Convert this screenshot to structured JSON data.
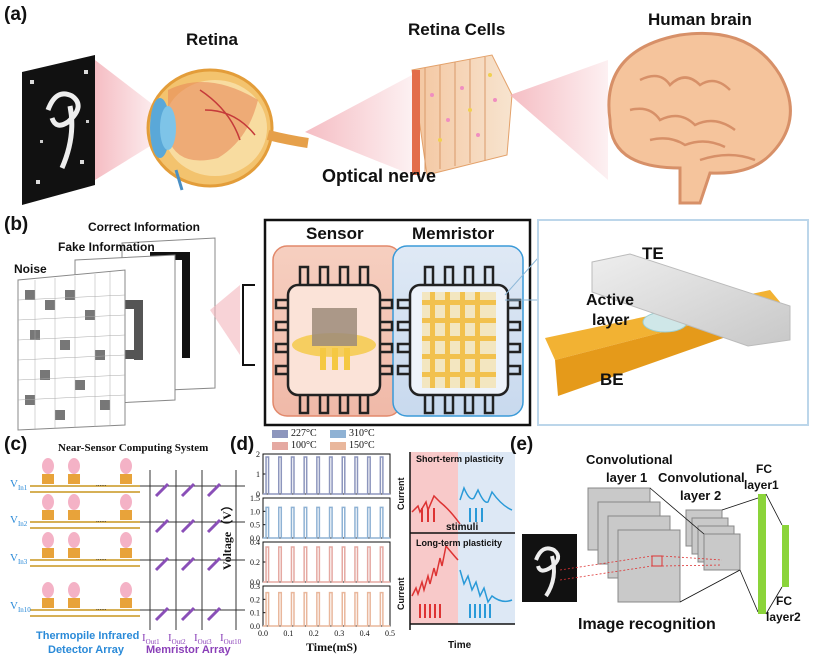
{
  "panel_a": {
    "tag": "(a)",
    "retina": "Retina",
    "retina_cells": "Retina Cells",
    "human_brain": "Human brain",
    "optical_nerve": "Optical nerve"
  },
  "panel_b": {
    "tag": "(b)",
    "correct_information": "Correct Information",
    "fake_information": "Fake Information",
    "noise": "Noise",
    "sensor": "Sensor",
    "memristor": "Memristor",
    "te": "TE",
    "active_layer_1": "Active",
    "active_layer_2": "layer",
    "be": "BE"
  },
  "panel_c": {
    "tag": "(c)",
    "title": "Near-Sensor Computing System",
    "vin1": "V",
    "vin1_sub": "In1",
    "vin2_sub": "In2",
    "vin3_sub": "In3",
    "vin10_sub": "In10",
    "iout1_sub": "Out1",
    "iout2_sub": "Out2",
    "iout3_sub": "Out3",
    "iout10_sub": "Out10",
    "i": "I",
    "thermopile_1": "Thermopile Infrared",
    "thermopile_2": "Detector Array",
    "memristor_array": "Memristor Array",
    "dots": "......"
  },
  "panel_d": {
    "tag": "(d)",
    "legend": [
      "227°C",
      "310°C",
      "100°C",
      "150°C"
    ],
    "ylabel": "Voltage（V）",
    "xlabel": "Time(mS)",
    "short_term": "Short-term plasticity",
    "long_term": "Long-term plasticity",
    "stimuli": "stimuli",
    "current": "Current",
    "time": "Time"
  },
  "panel_e": {
    "tag": "(e)",
    "conv1_1": "Convolutional",
    "conv1_2": "layer 1",
    "conv2_1": "Convolutional",
    "conv2_2": "layer 2",
    "fc1_1": "FC",
    "fc1_2": "layer1",
    "fc2_1": "FC",
    "fc2_2": "layer2",
    "image_recognition": "Image recognition"
  },
  "chart_data": {
    "type": "line",
    "xlabel": "Time(mS)",
    "ylabel": "Voltage（V）",
    "xlim": [
      0.0,
      0.5
    ],
    "x_ticks": [
      "0.0",
      "0.1",
      "0.2",
      "0.3",
      "0.4",
      "0.5"
    ],
    "pulse_period_ms": 0.05,
    "pulse_count": 10,
    "series": [
      {
        "name": "227°C",
        "color": "#8d96bd",
        "ylim": [
          0,
          2
        ],
        "y_ticks": [
          "0",
          "1",
          "2"
        ],
        "amplitude": 1.85
      },
      {
        "name": "310°C",
        "color": "#8fb2d4",
        "ylim": [
          0,
          1.5
        ],
        "y_ticks": [
          "0.0",
          "0.5",
          "1.0",
          "1.5"
        ],
        "amplitude": 1.15
      },
      {
        "name": "100°C",
        "color": "#e5a9a2",
        "ylim": [
          0,
          0.4
        ],
        "y_ticks": [
          "0.0",
          "0.2",
          "0.4"
        ],
        "amplitude": 0.35
      },
      {
        "name": "150°C",
        "color": "#e9b79c",
        "ylim": [
          0,
          0.3
        ],
        "y_ticks": [
          "0.0",
          "0.1",
          "0.2",
          "0.3"
        ],
        "amplitude": 0.25
      }
    ]
  }
}
